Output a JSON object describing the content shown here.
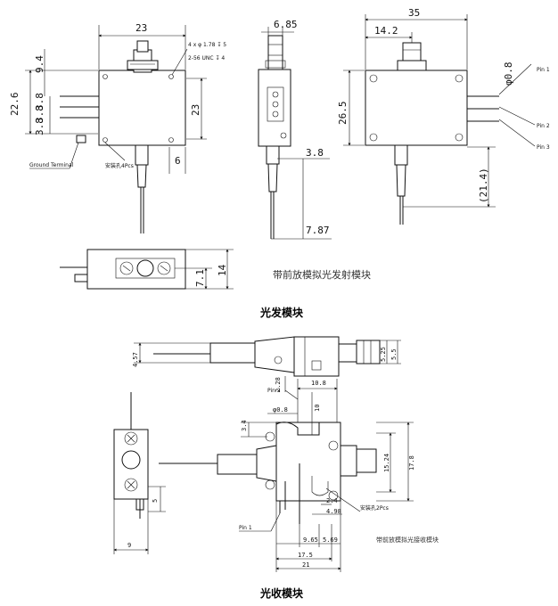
{
  "tx": {
    "captions": {
      "transmitter": "光发模块",
      "receiver": "光收模块"
    },
    "description": "带前放模拟光发射模块",
    "dims": {
      "front_width": "23",
      "front_top": "9.4",
      "front_height_left": "22.6",
      "front_pitch1": "3.8",
      "front_pitch2": "3.8",
      "front_pitch3": "3.8",
      "front_height_right": "23",
      "front_offset": "6",
      "side_width": "6.85",
      "side_fiber": "3.8",
      "side_tail": "7.87",
      "back_width": "35",
      "back_offset": "14.2",
      "back_height": "26.5",
      "back_tail": "(21.4)",
      "back_pin_diameter": "φ0.8",
      "bottom_h1": "7.1",
      "bottom_h2": "14"
    },
    "notes": {
      "holes": "4 x φ 1.78 ↧ 5",
      "thread": "2-56 UNC ↧ 4",
      "ground": "Ground Terminal",
      "mount": "安装孔4Pcs",
      "pin1": "Pin 1",
      "pin2": "Pin 2",
      "pin3": "Pin 3"
    }
  },
  "rx": {
    "description": "带前放模拟光接收模块",
    "dims": {
      "top_457": "4.57",
      "top_525": "5.25",
      "top_55": "5.5",
      "pin_top": "2.28",
      "width_108": "10.8",
      "h_10": "10",
      "pin_diameter": "φ0.8",
      "left_34": "3.4",
      "h_1524": "15.24",
      "h_178": "17.8",
      "d_24": "2.4",
      "d_498": "4.98",
      "d_965": "9.65",
      "d_569": "5.69",
      "d_175": "17.5",
      "d_21": "21",
      "side_5": "5",
      "side_9": "9"
    },
    "notes": {
      "pin2": "Pin 2",
      "pin1": "Pin 1",
      "mount": "安装孔2Pcs"
    }
  }
}
